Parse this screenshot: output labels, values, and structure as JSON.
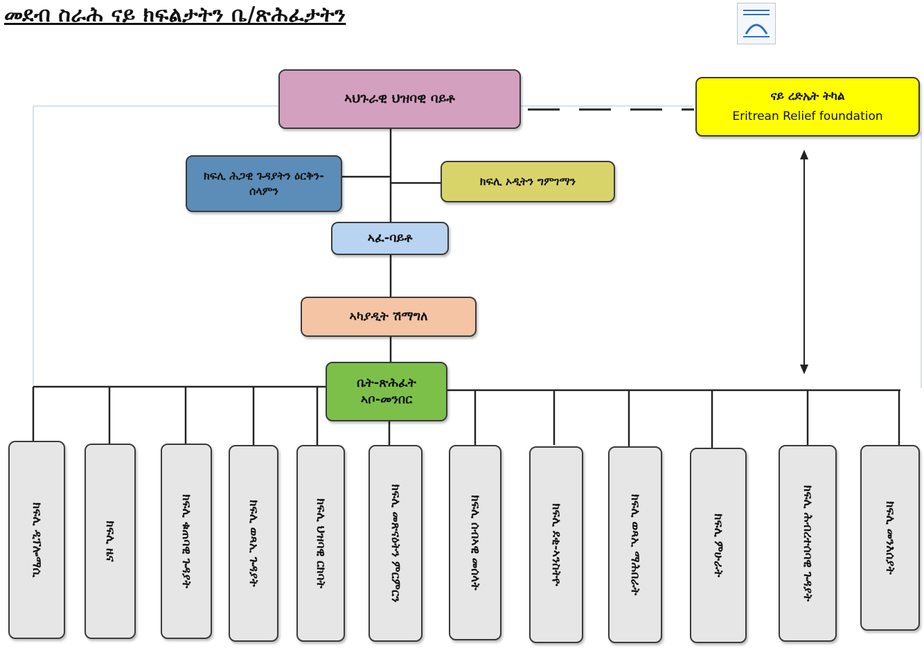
{
  "title": "መደብ ስራሕ ናይ ክፍልታትን ቤ/ጽሕፈታትን",
  "icon": "document-placeholder-icon",
  "nodes": {
    "assembly": "ኣህጉራዊ ህዝባዊ ባይቶ",
    "relief_am": "ናይ ረድኤት ትካል",
    "relief_en": "Eritrean Relief foundation",
    "legal": "ክፍሊ ሕጋዊ ጉዳያትን ዕርቅን-ሰላምን",
    "audit": "ክፍሊ ኦዲትን ግምገማን",
    "speaker": "ኣፈ-ባይቶ",
    "executive": "ኣካያዲት ሽማግለ",
    "office_1": "ቤት-ጽሕፈት",
    "office_2": "ኣቦ-መንበር"
  },
  "departments": [
    "ክፍሊ ዲፕሎማሲ",
    "ክፍሊ ዜና",
    "ክፍሊ ቁጠባዊ ጉዳያት",
    "ክፍሊ ወጻኢ ጉዳያት",
    "ክፍሊ ህዝባዊ ርክባት",
    "ክፍሊ መጽናዕትን ምርምርን",
    "ክፍሊ ሰብኣዊ መሰላት",
    "ክፍሊ ደቂ-ኣንስትዮ",
    "ክፍሊ ወጻኢ ማሕበራት",
    "ክፍሊ ምሁራት",
    "ክፍሊ ሕብረተሰባዊ ጉዳያት",
    "ክፍሊ መንእሰያት"
  ],
  "colors": {
    "assembly": "#d4a0c0",
    "relief": "#ffff00",
    "legal": "#5b8db8",
    "audit": "#d9d46a",
    "speaker": "#b8d4f0",
    "executive": "#f4c4a4",
    "office": "#7cc04a",
    "department": "#e6e6e6"
  }
}
